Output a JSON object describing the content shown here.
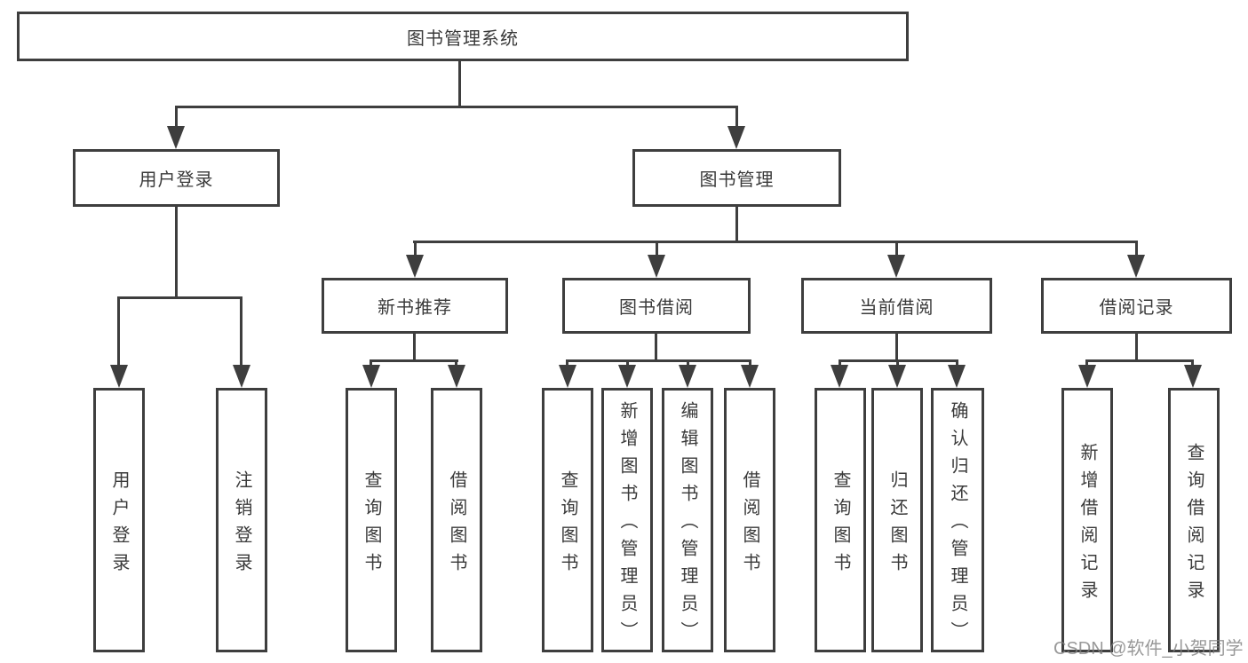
{
  "diagram": {
    "root": "图书管理系统",
    "level2": [
      "用户登录",
      "图书管理"
    ],
    "level3": [
      "新书推荐",
      "图书借阅",
      "当前借阅",
      "借阅记录"
    ],
    "leaves": {
      "user_login": [
        "用户登录",
        "注销登录"
      ],
      "new_book_recommend": [
        "查询图书",
        "借阅图书"
      ],
      "book_borrow": [
        "查询图书",
        "新增图书（管理员）",
        "编辑图书（管理员）",
        "借阅图书"
      ],
      "current_borrow": [
        "查询图书",
        "归还图书",
        "确认归还（管理员）"
      ],
      "borrow_records": [
        "新增借阅记录",
        "查询借阅记录"
      ]
    }
  },
  "watermark": "CSDN @软件_小贺同学",
  "colors": {
    "line": "#3e3e3e",
    "text": "#3a3a3a",
    "background": "#ffffff",
    "watermark": "rgba(128,128,128,0.8)"
  }
}
